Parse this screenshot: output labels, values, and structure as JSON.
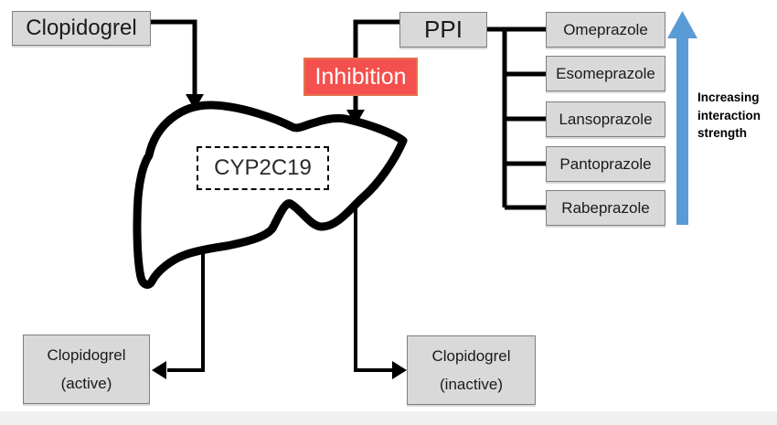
{
  "nodes": {
    "clopidogrel": "Clopidogrel",
    "ppi": "PPI",
    "inhibition": "Inhibition",
    "enzyme": "CYP2C19",
    "active_line1": "Clopidogrel",
    "active_line2": "(active)",
    "inactive_line1": "Clopidogrel",
    "inactive_line2": "(inactive)"
  },
  "ppi_drugs": [
    "Omeprazole",
    "Esomeprazole",
    "Lansoprazole",
    "Pantoprazole",
    "Rabeprazole"
  ],
  "annotation": {
    "line1": "Increasing",
    "line2": "interaction",
    "line3": "strength"
  },
  "colors": {
    "box_fill": "#d9d9d9",
    "box_border": "#7f7f7f",
    "inhibition_fill": "#f4504e",
    "inhibition_border": "#e2734f",
    "arrow_blue": "#5b9bd5",
    "line_black": "#000000",
    "footer_gray": "#f0f0f0"
  }
}
